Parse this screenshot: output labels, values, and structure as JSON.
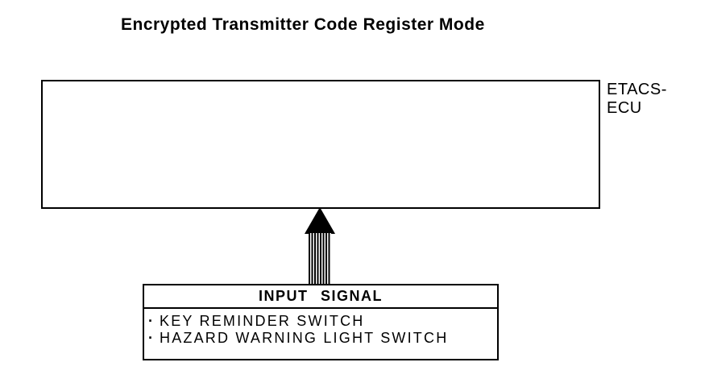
{
  "diagram": {
    "title": "Encrypted Transmitter Code Register Mode",
    "ecu_box": {
      "label_line1": "ETACS-",
      "label_line2": "ECU"
    },
    "input_signal_box": {
      "header": "INPUT SIGNAL",
      "items": [
        {
          "bullet": "·",
          "label": "KEY REMINDER SWITCH"
        },
        {
          "bullet": "·",
          "label": "HAZARD WARNING LIGHT SWITCH"
        }
      ]
    },
    "colors": {
      "foreground": "#000000",
      "background": "#ffffff"
    }
  }
}
